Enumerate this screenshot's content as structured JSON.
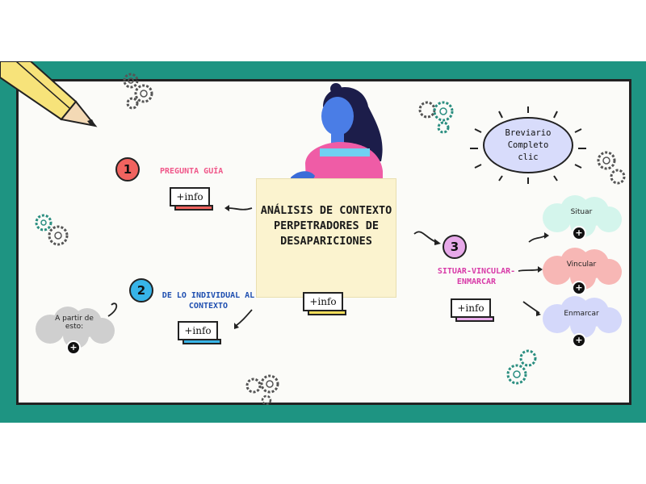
{
  "colors": {
    "frame": "#1e9482",
    "paper": "#fbfbf8",
    "center_card": "#fbf3cf",
    "label_pink": "#f0588a",
    "label_blue": "#1f4fb0",
    "label_magenta": "#d83aa8",
    "step1": "#f0635f",
    "step2": "#37b4e8",
    "step3": "#e7a9e9",
    "cloud_mint": "#d4f5ec",
    "cloud_pink": "#f7b7b5",
    "cloud_lavender": "#d4d8fa",
    "cloud_gray": "#cfcfcf"
  },
  "center": {
    "title": "ANÁLISIS DE CONTEXTO PERPETRADORES DE DESAPARICIONES",
    "info_label": "+info"
  },
  "breviary": {
    "line1": "Breviario",
    "line2": "Completo",
    "line3": "clic"
  },
  "steps": [
    {
      "number": "1",
      "label": "PREGUNTA GUÍA",
      "info_label": "+info"
    },
    {
      "number": "2",
      "label_line1": "DE LO INDIVIDUAL AL",
      "label_line2": "CONTEXTO",
      "info_label": "+info",
      "cloud_text_line1": "A partir de",
      "cloud_text_line2": "esto:",
      "cloud_plus": "+"
    },
    {
      "number": "3",
      "label_line1": "SITUAR-VINCULAR-",
      "label_line2": "ENMARCAR",
      "info_label": "+info"
    }
  ],
  "clouds": [
    {
      "label": "Situar",
      "plus": "+"
    },
    {
      "label": "Vincular",
      "plus": "+"
    },
    {
      "label": "Enmarcar",
      "plus": "+"
    }
  ],
  "icons": [
    "pencil-icon",
    "gear-icon",
    "person-illustration-icon",
    "arrow-icon",
    "sunburst-icon"
  ]
}
